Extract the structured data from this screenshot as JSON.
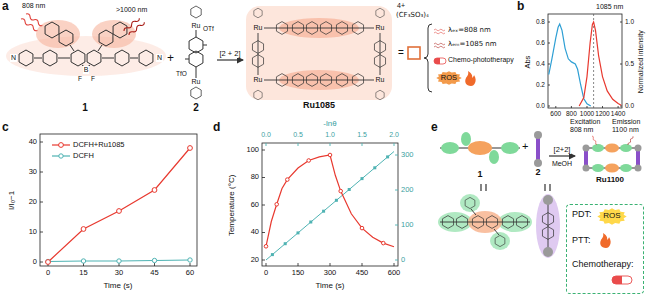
{
  "diagram": {
    "nodes": [
      {
        "text": [
          "1"
        ]
      },
      {
        "text": [
          "2"
        ]
      },
      {
        "text": [
          "Ru1085"
        ]
      },
      {
        "text": [
          "ROS"
        ]
      },
      {
        "text": [
          "1"
        ]
      },
      {
        "text": [
          "2"
        ]
      },
      {
        "text": [
          "Ru1100"
        ]
      },
      {
        "text": [
          "PDT:",
          "PTT:",
          "Chemotherapy:"
        ]
      },
      {
        "text": [
          "ROS"
        ],
        "in": 7
      }
    ],
    "edges": [
      {
        "from": 1,
        "to": 2,
        "arrow": "to",
        "label": "[2 + 2]"
      },
      {
        "from": 5,
        "to": 6,
        "arrow": "to",
        "label": "[2+2]"
      }
    ],
    "labels": [
      "a",
      "808 nm",
      ">1000 nm",
      "N",
      "N",
      "B",
      "F",
      "F",
      "+",
      "Ru",
      "Ru",
      "OTf",
      "TfO",
      "Ru",
      "Ru",
      "Ru",
      "Ru",
      "4+",
      "(CF₃SO₃)₄",
      "=",
      "λₑₓ=808 nm",
      "λₑₘ=1085 nm",
      "Chemo-phototherapy",
      "b",
      "1085 nm",
      "Abs",
      "Normalized intensity",
      "0.0",
      "0.2",
      "0.4",
      "0.6",
      "0.8",
      "0.0",
      "0.5",
      "1.0",
      "600",
      "800",
      "1000",
      "1200",
      "1400",
      "c",
      "I/I₀−1",
      "0",
      "10",
      "20",
      "30",
      "40",
      "0",
      "15",
      "30",
      "45",
      "60",
      "Time (s)",
      "d",
      "-lnθ",
      "0.0",
      "0.5",
      "1.0",
      "1.5",
      "2.0",
      "Temperature (°C)",
      "20",
      "40",
      "60",
      "80",
      "100",
      "0",
      "150",
      "300",
      "450",
      "600",
      "Time (s)",
      "0",
      "100",
      "200",
      "300",
      "e",
      "+",
      "MeOH",
      "Excitation 808 nm",
      "Emission 1100 nm"
    ],
    "legend": [
      {
        "text": "DCFH+Ru1085"
      },
      {
        "text": "DCFH"
      }
    ]
  }
}
